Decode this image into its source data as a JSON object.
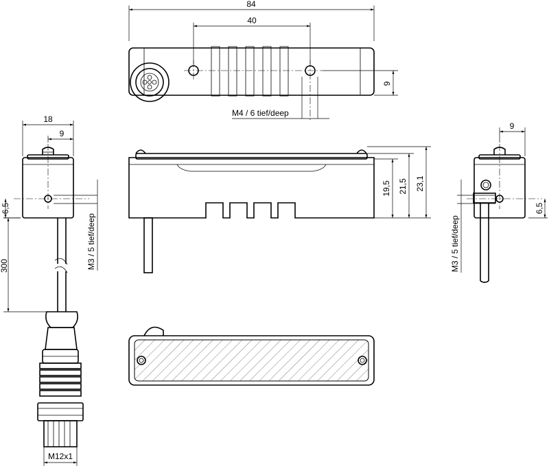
{
  "dimensions": {
    "overall_length": "84",
    "hole_spacing": "40",
    "hole_offset_top": "9",
    "thread_m4": "M4 / 6 tief/deep",
    "side_width": "18",
    "side_hole_offset": "9",
    "left_hole_height": "6,5",
    "cable_length": "300",
    "thread_m3_left": "M3 / 5 tief/deep",
    "height_inner": "19,5",
    "height_mid": "21,5",
    "height_total": "23,1",
    "right_offset": "9",
    "right_hole_height": "6,5",
    "thread_m3_right": "M3 / 5 tief/deep",
    "connector": "M12x1"
  }
}
